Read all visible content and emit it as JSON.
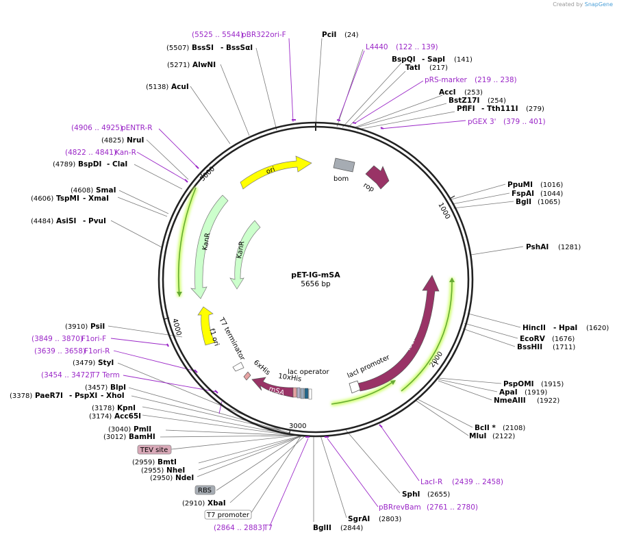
{
  "brand": {
    "created_by": "Created by",
    "app": "SnapGene"
  },
  "plasmid": {
    "name": "pET-IG-mSA",
    "length": "5656 bp"
  },
  "ticks": [
    "1000",
    "2000",
    "3000",
    "4000",
    "5000"
  ],
  "features": {
    "ori": "ori",
    "bom": "bom",
    "rop": "rop",
    "kanr_outer": "KanR",
    "kanr_inner": "KanR",
    "f1ori": "f1 ori",
    "t7term": "T7 terminator",
    "his6": "6xHis",
    "his10": "10xHis",
    "lacop": "lac operator",
    "msa": "mSA",
    "lacprom": "lacI promoter",
    "laci": "lacI"
  },
  "boxed": {
    "tev": "TEV site",
    "rbs": "RBS",
    "t7p": "T7 promoter"
  },
  "sites": {
    "pci": [
      "PciI",
      "(24)"
    ],
    "bspqi": [
      "(141)",
      "BspQI",
      "- SapI"
    ],
    "tati": [
      "TatI",
      "(217)"
    ],
    "acci": [
      "AccI",
      "(253)"
    ],
    "bstz": [
      "BstZ17I",
      "(254)"
    ],
    "pflfi": [
      "PflFI",
      "- Tth111I",
      "(279)"
    ],
    "ppumi": [
      "PpuMI",
      "(1016)"
    ],
    "fspai": [
      "FspAI",
      "(1044)"
    ],
    "bgli": [
      "BglI",
      "(1065)"
    ],
    "pshai": [
      "PshAI",
      "(1281)"
    ],
    "hincii": [
      "HincII",
      "- HpaI",
      "(1620)"
    ],
    "ecorv": [
      "EcoRV",
      "(1676)"
    ],
    "bsshii": [
      "BssHII",
      "(1711)"
    ],
    "pspomi": [
      "PspOMI",
      "(1915)"
    ],
    "apai": [
      "ApaI",
      "(1919)"
    ],
    "nmeaiii": [
      "NmeAIII",
      "(1922)"
    ],
    "bcli": [
      "BclI *",
      "(2108)"
    ],
    "mlui": [
      "MluI",
      "(2122)"
    ],
    "sphi": [
      "SphI",
      "(2655)"
    ],
    "sgrai": [
      "SgrAI",
      "(2803)"
    ],
    "bglii": [
      "BglII",
      "(2844)"
    ],
    "xbai": [
      "(2910)",
      "XbaI"
    ],
    "ndei": [
      "(2950)",
      "NdeI"
    ],
    "nhei": [
      "(2955)",
      "NheI"
    ],
    "bmti": [
      "(2959)",
      "BmtI"
    ],
    "bamhi": [
      "(3012)",
      "BamHI"
    ],
    "pmli": [
      "(3040)",
      "PmlI"
    ],
    "acc65i": [
      "(3174)",
      "Acc65I"
    ],
    "kpni": [
      "(3178)",
      "KpnI"
    ],
    "paer7i": [
      "(3378)",
      "PaeR7I",
      "- PspXI",
      "- XhoI"
    ],
    "blpi": [
      "(3457)",
      "BlpI"
    ],
    "styi": [
      "(3479)",
      "StyI"
    ],
    "psii": [
      "(3910)",
      "PsiI"
    ],
    "asisi": [
      "(4484)",
      "AsiSI",
      "- PvuI"
    ],
    "tspmi": [
      "(4606)",
      "TspMI",
      "- XmaI"
    ],
    "smai": [
      "(4608)",
      "SmaI"
    ],
    "bspdi": [
      "(4789)",
      "BspDI",
      "- ClaI"
    ],
    "nrui": [
      "(4825)",
      "NruI"
    ],
    "acui": [
      "(5138)",
      "AcuI"
    ],
    "alwni": [
      "(5271)",
      "AlwNI"
    ],
    "bsssi": [
      "(5507)",
      "BssSI",
      "- BssSαI"
    ]
  },
  "primers": {
    "pbr322": [
      "(5525 .. 5544)",
      "pBR322ori-F"
    ],
    "l4440": [
      "L4440",
      "(122 .. 139)"
    ],
    "prs": [
      "pRS-marker",
      "(219 .. 238)"
    ],
    "pgex": [
      "pGEX 3'",
      "(379 .. 401)"
    ],
    "pentr": [
      "(4906 .. 4925)",
      "pENTR-R"
    ],
    "kanr": [
      "(4822 .. 4841)",
      "Kan-R"
    ],
    "f1orif": [
      "(3849 .. 3870)",
      "F1ori-F"
    ],
    "f1orir": [
      "(3639 .. 3658)",
      "F1ori-R"
    ],
    "t7term": [
      "(3454 .. 3472)",
      "T7 Term"
    ],
    "lacir": [
      "LacI-R",
      "(2439 .. 2458)"
    ],
    "pbrrev": [
      "pBRrevBam",
      "(2761 .. 2780)"
    ],
    "t7": [
      "(2864 .. 2883)",
      "T7"
    ]
  },
  "colors": {
    "backbone": "#222222",
    "primer": "#9a26c7",
    "ori": "#ffff00",
    "kanr": "#ccffcc",
    "rop": "#993366",
    "bom": "#a6acb3",
    "laci": "#993366",
    "promoter_glow": "#ccff66",
    "leader": "#777777"
  }
}
